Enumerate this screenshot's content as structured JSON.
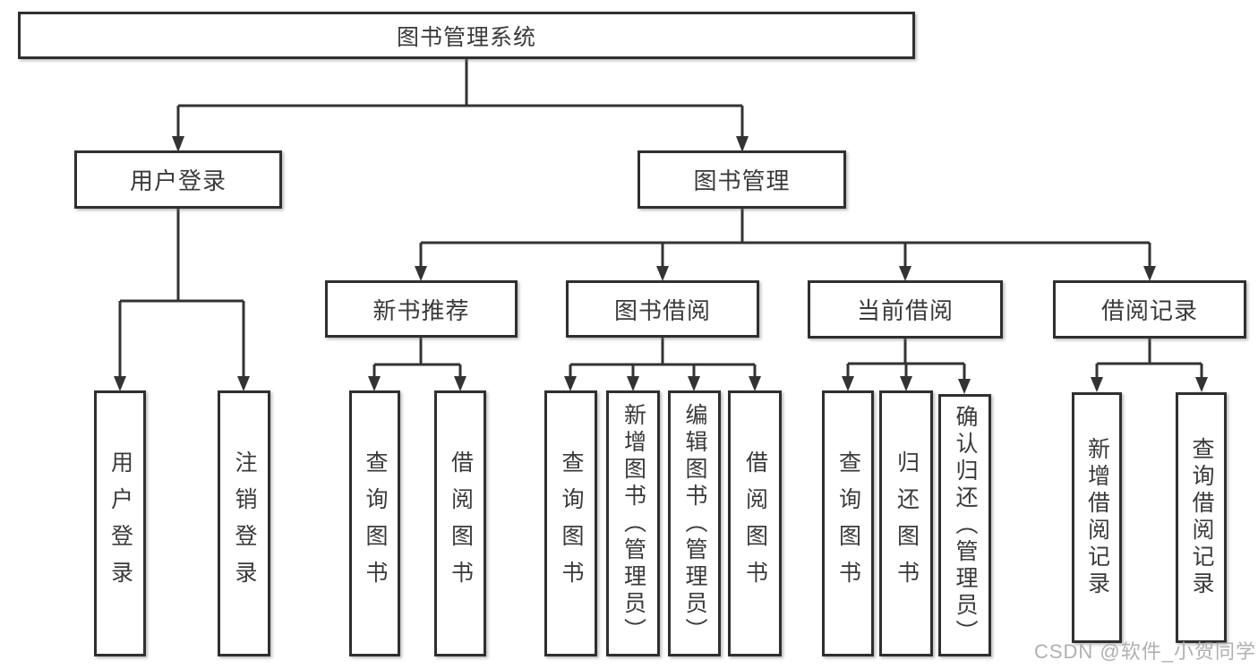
{
  "nodes": {
    "root": "图书管理系统",
    "l2": [
      "用户登录",
      "图书管理"
    ],
    "l3": [
      "新书推荐",
      "图书借阅",
      "当前借阅",
      "借阅记录"
    ],
    "leaves": [
      "用户登录",
      "注销登录",
      "查询图书",
      "借阅图书",
      "查询图书",
      "新增图书（管理员）",
      "编辑图书（管理员）",
      "借阅图书",
      "查询图书",
      "归还图书",
      "确认归还（管理员）",
      "新增借阅记录",
      "查询借阅记录"
    ]
  },
  "hierarchy": {
    "图书管理系统": [
      "用户登录",
      "图书管理"
    ],
    "用户登录": [
      "用户登录",
      "注销登录"
    ],
    "图书管理": [
      "新书推荐",
      "图书借阅",
      "当前借阅",
      "借阅记录"
    ],
    "新书推荐": [
      "查询图书",
      "借阅图书"
    ],
    "图书借阅": [
      "查询图书",
      "新增图书（管理员）",
      "编辑图书（管理员）",
      "借阅图书"
    ],
    "当前借阅": [
      "查询图书",
      "归还图书",
      "确认归还（管理员）"
    ],
    "借阅记录": [
      "新增借阅记录",
      "查询借阅记录"
    ]
  },
  "watermark": {
    "text": "CSDN @软件_小贺同学",
    "color": "#b0b0b0"
  },
  "colors": {
    "line": "#333333",
    "box_border": "#2f2f2f",
    "text": "#3a3a3a",
    "background": "#ffffff"
  }
}
